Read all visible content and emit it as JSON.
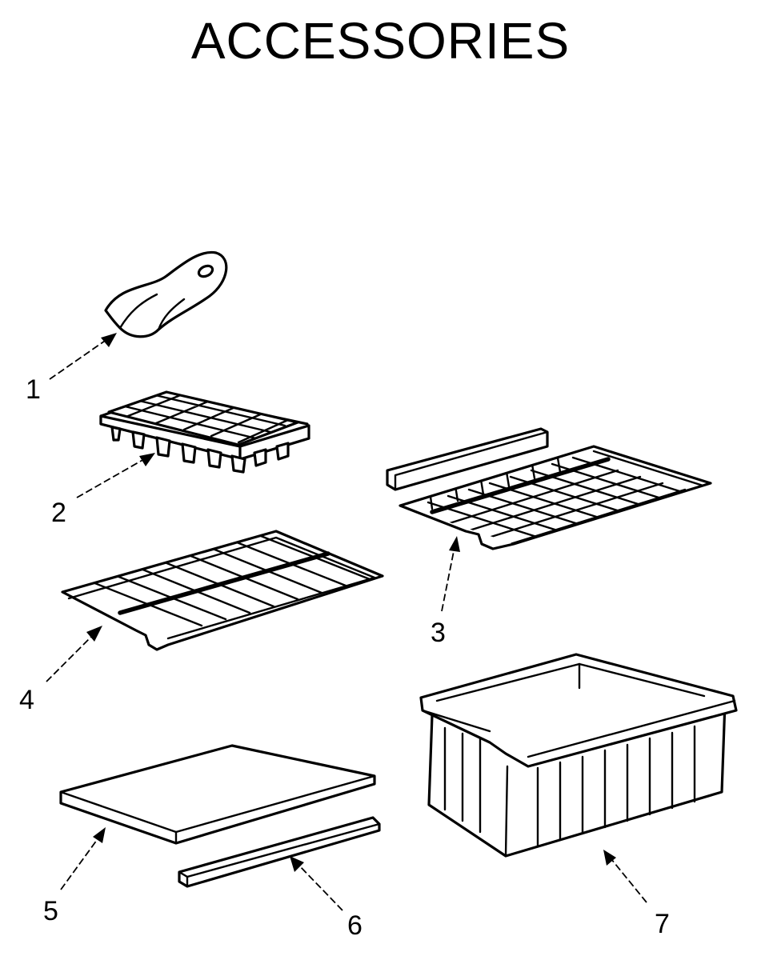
{
  "title": "ACCESSORIES",
  "callouts": [
    {
      "id": "1",
      "label": "1"
    },
    {
      "id": "2",
      "label": "2"
    },
    {
      "id": "3",
      "label": "3"
    },
    {
      "id": "4",
      "label": "4"
    },
    {
      "id": "5",
      "label": "5"
    },
    {
      "id": "6",
      "label": "6"
    },
    {
      "id": "7",
      "label": "7"
    }
  ],
  "parts": [
    {
      "id": "1",
      "icon": "ice-scoop-icon"
    },
    {
      "id": "2",
      "icon": "ice-tray-icon"
    },
    {
      "id": "3",
      "icon": "wire-shelf-with-rail-icon"
    },
    {
      "id": "4",
      "icon": "wire-shelf-icon"
    },
    {
      "id": "5",
      "icon": "crisper-cover-icon"
    },
    {
      "id": "6",
      "icon": "trim-strip-icon"
    },
    {
      "id": "7",
      "icon": "crisper-pan-icon"
    }
  ]
}
